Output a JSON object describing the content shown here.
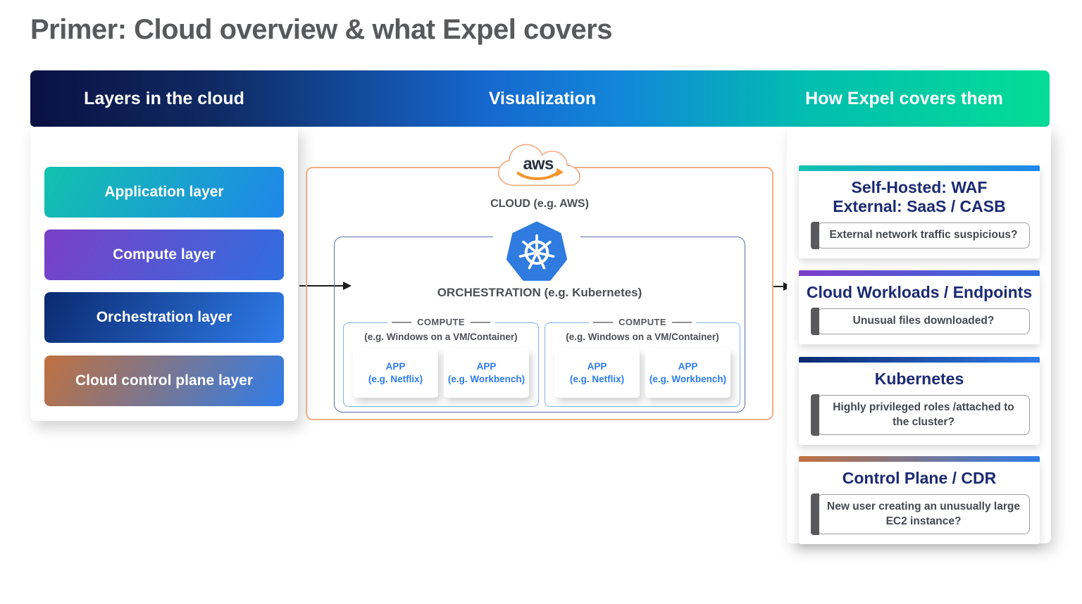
{
  "page": {
    "title": "Primer: Cloud overview & what Expel covers"
  },
  "header": {
    "columns": [
      {
        "label": "Layers in the cloud"
      },
      {
        "label": "Visualization"
      },
      {
        "label": "How Expel covers them"
      }
    ],
    "gradient_stops": [
      "#0a1143",
      "#0f2a63",
      "#1668cf",
      "#1287d8",
      "#02bdb0",
      "#04dd95"
    ]
  },
  "layers": [
    {
      "label": "Application layer",
      "from": "#12c2ad",
      "to": "#1f86ea"
    },
    {
      "label": "Compute layer",
      "from": "#7c3fc6",
      "to": "#2f6fe0"
    },
    {
      "label": "Orchestration layer",
      "from": "#0b2a70",
      "to": "#2f7ce9"
    },
    {
      "label": "Cloud control plane layer",
      "from": "#c0713f",
      "to": "#2f7ce9"
    }
  ],
  "visualization": {
    "cloud": {
      "logo_text": "aws",
      "label": "CLOUD (e.g. AWS)"
    },
    "orchestration": {
      "label": "ORCHESTRATION (e.g. Kubernetes)"
    },
    "compute_groups": [
      {
        "legend": "COMPUTE",
        "subtitle": "(e.g. Windows on a VM/Container)",
        "apps": [
          {
            "name": "APP",
            "example": "(e.g. Netflix)"
          },
          {
            "name": "APP",
            "example": "(e.g. Workbench)"
          }
        ]
      },
      {
        "legend": "COMPUTE",
        "subtitle": "(e.g. Windows on a VM/Container)",
        "apps": [
          {
            "name": "APP",
            "example": "(e.g. Netflix)"
          },
          {
            "name": "APP",
            "example": "(e.g. Workbench)"
          }
        ]
      }
    ]
  },
  "coverage_cards": [
    {
      "title_line1": "Self-Hosted: WAF",
      "title_line2": "External: SaaS / CASB",
      "question": "External network traffic suspicious?",
      "bar": {
        "from": "#12c2ad",
        "to": "#1f86ea"
      }
    },
    {
      "title_line1": "Cloud Workloads / Endpoints",
      "title_line2": "",
      "question": "Unusual files downloaded?",
      "bar": {
        "from": "#7c3fc6",
        "to": "#2f6fe0"
      }
    },
    {
      "title_line1": "Kubernetes",
      "title_line2": "",
      "question": "Highly privileged roles /attached to the cluster?",
      "bar": {
        "from": "#0b2a70",
        "to": "#2f7ce9"
      }
    },
    {
      "title_line1": "Control Plane / CDR",
      "title_line2": "",
      "question": "New user creating an unusually large EC2 instance?",
      "bar": {
        "from": "#c0713f",
        "to": "#2f7ce9"
      }
    }
  ],
  "colors": {
    "title_text": "#58595b",
    "card_title_text": "#1b2a72",
    "question_text": "#45484f",
    "question_tab": "#595a5c",
    "app_text": "#2e7ce8",
    "diagram_label_text": "#4d4f54",
    "cloud_border": "#f0ad85",
    "orchestration_border": "#5f6da8",
    "compute_border": "#7fb3f0",
    "kubernetes_blue": "#2f7bdf",
    "aws_dark": "#252f3e",
    "aws_orange": "#f3942c",
    "arrow": "#1e1e1e"
  }
}
